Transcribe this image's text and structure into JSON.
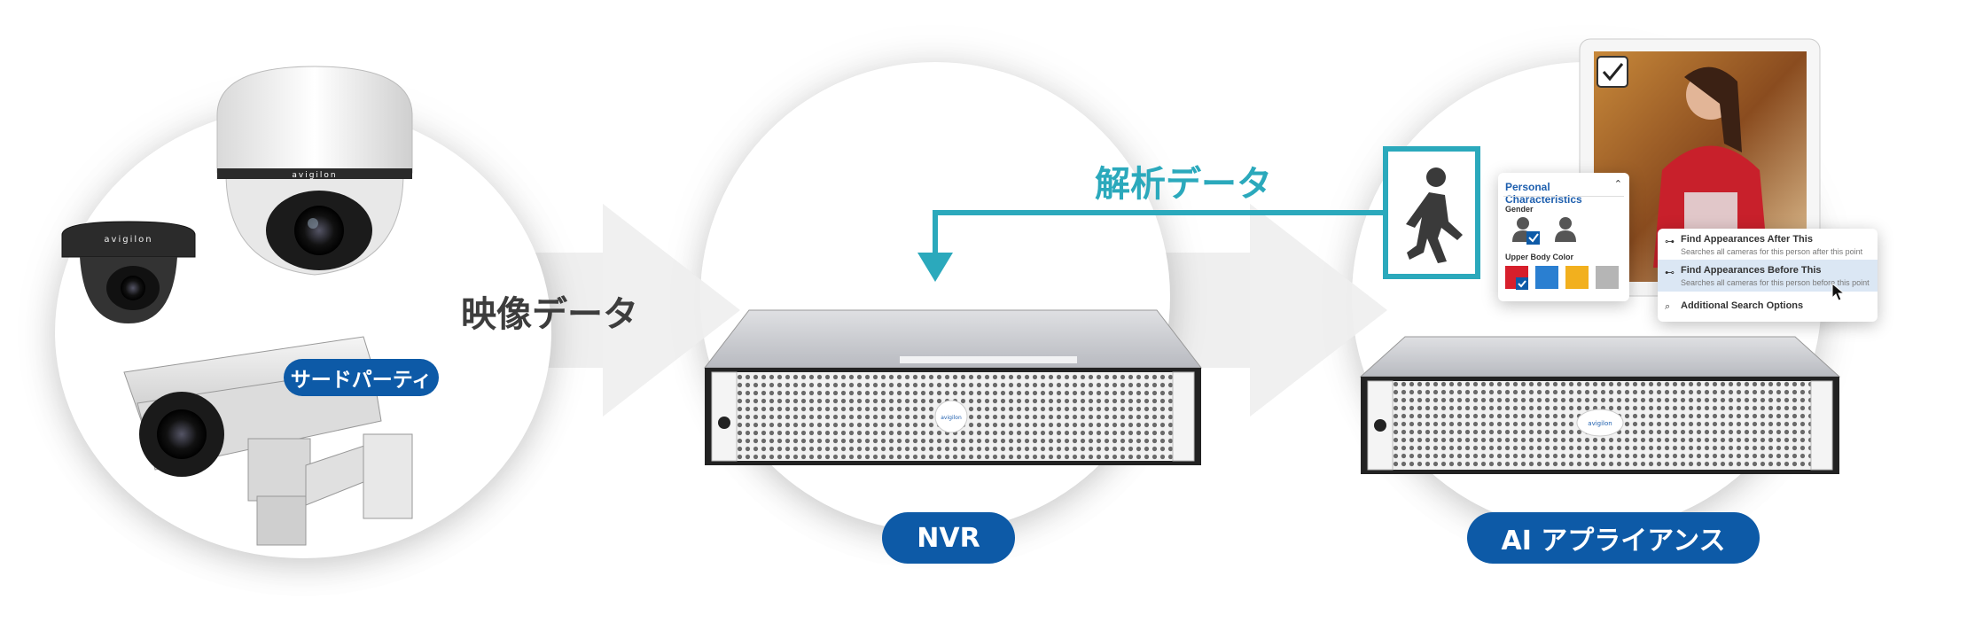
{
  "labels": {
    "third_party": "サードパーティ",
    "video_data": "映像データ",
    "analysis_data": "解析データ",
    "nvr": "NVR",
    "ai_appliance": "AI アプライアンス"
  },
  "brand": {
    "camera_brand": "avigilon",
    "server_brand": "avigilon"
  },
  "personal_panel": {
    "title": "Personal Characteristics",
    "gender_label": "Gender",
    "upper_body_color_label": "Upper Body Color",
    "colors": [
      "#d71f2c",
      "#2a7fd1",
      "#f2b01e",
      "#b5b5b5"
    ]
  },
  "search_menu": {
    "items": [
      {
        "title": "Find Appearances After This",
        "desc": "Searches all cameras for this person after this point"
      },
      {
        "title": "Find Appearances Before This",
        "desc": "Searches all cameras for this person before this point"
      },
      {
        "title": "Additional Search Options",
        "desc": ""
      }
    ]
  },
  "colors": {
    "blue_pill": "#0d5aa7",
    "teal": "#2ba9bc",
    "arrow_gray": "#eeeeee"
  },
  "icons": [
    "walking-person-icon",
    "checkmark-icon",
    "chevron-up-icon",
    "search-icon",
    "arrow-right-icon",
    "arrow-left-icon",
    "cursor-icon"
  ]
}
